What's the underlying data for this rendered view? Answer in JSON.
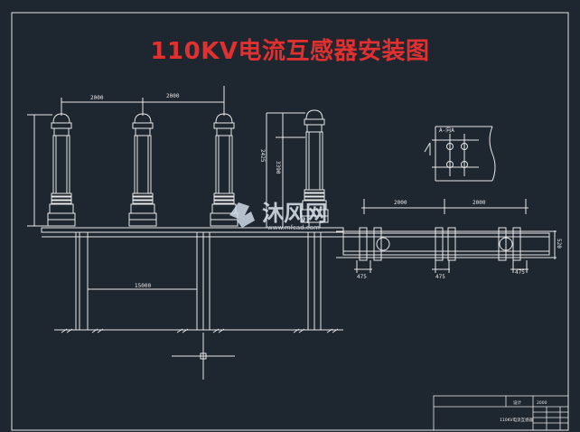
{
  "title": "110KV电流互感器安装图",
  "dimensions": {
    "spacing_1": "2000",
    "spacing_2": "2000",
    "height_1": "2425",
    "height_2": "3390",
    "support_span": "15000",
    "plan_span_1": "2000",
    "plan_span_2": "2000",
    "plan_width": "520",
    "offset_1": "475",
    "offset_2": "475",
    "offset_3": "475"
  },
  "detail_label": "A-向A",
  "watermark": {
    "brand": "沐风网",
    "url": "www.mfcad.com"
  },
  "title_block": {
    "cell_1": "设计",
    "cell_2": "2000",
    "drawing_name": "110KV电流互感器"
  },
  "colors": {
    "background": "#1e2630",
    "lines": "#e8e8e8",
    "title": "#e03030"
  }
}
